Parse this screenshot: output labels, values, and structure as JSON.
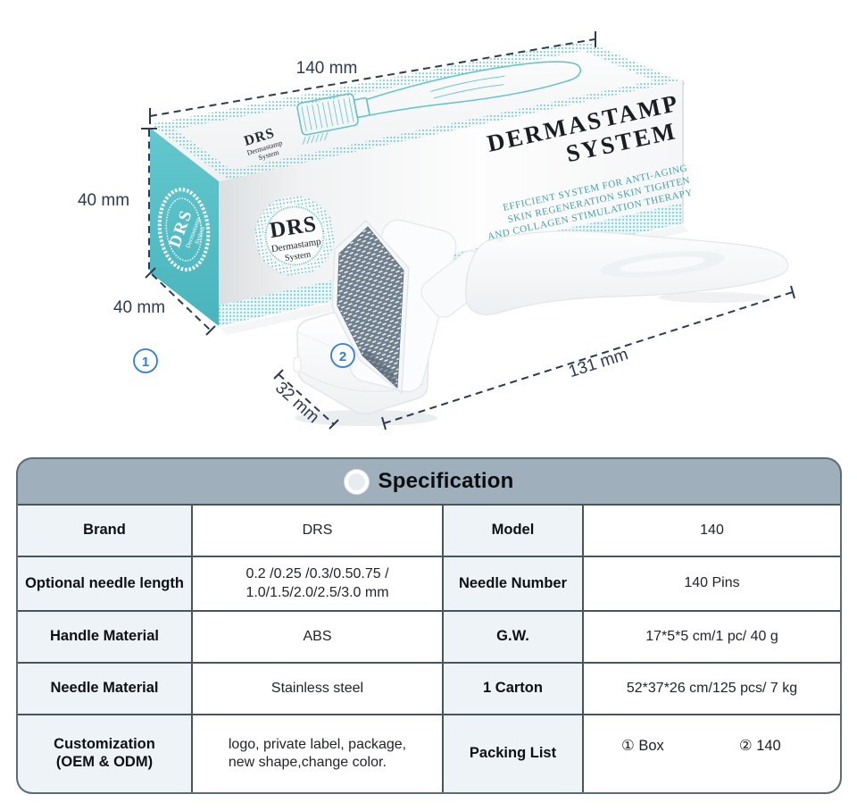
{
  "illustration": {
    "box": {
      "logo_drs": "DRS",
      "logo_sub1": "Dermastamp",
      "logo_sub2": "System",
      "title_line1": "DERMASTAMP",
      "title_line2": "SYSTEM",
      "tagline1": "EFFICIENT SYSTEM FOR ANTI-AGING",
      "tagline2": "SKIN REGENERATION SKIN TIGHTEN",
      "tagline3": "AND COLLAGEN STIMULATION THERAPY"
    },
    "dimensions": {
      "box_length": "140 mm",
      "box_height": "40 mm",
      "box_depth": "40 mm",
      "cap_width": "32 mm",
      "tool_length": "131 mm"
    },
    "markers": {
      "box": "1",
      "tool": "2"
    }
  },
  "spec_table": {
    "title": "Specification",
    "header_icon": "ring-icon",
    "rows": [
      {
        "label1": "Brand",
        "value1": "DRS",
        "label2": "Model",
        "value2": "140"
      },
      {
        "label1": "Optional needle length",
        "value1_line1": "0.2 /0.25 /0.3/0.50.75 /",
        "value1_line2": "1.0/1.5/2.0/2.5/3.0 mm",
        "label2": "Needle Number",
        "value2": "140 Pins"
      },
      {
        "label1": "Handle Material",
        "value1": "ABS",
        "label2": "G.W.",
        "value2": "17*5*5 cm/1 pc/ 40 g"
      },
      {
        "label1": "Needle Material",
        "value1": "Stainless steel",
        "label2": "1 Carton",
        "value2": "52*37*26 cm/125 pcs/ 7 kg"
      },
      {
        "label1_line1": "Customization",
        "label1_line2": "(OEM & ODM)",
        "value1_line1": "logo, private label, package,",
        "value1_line2": "new shape,change color.",
        "label2": "Packing List",
        "value2_item1": "① Box",
        "value2_item2": "② 140"
      }
    ]
  },
  "colors": {
    "teal": "#56c1c8",
    "teal_light": "#bfe3e6",
    "teal_text": "#3fa0ac",
    "annotation_navy": "#2c3a55",
    "marker_blue": "#2b7de9",
    "table_border": "#46565f",
    "header_bg": "#9fb0bc",
    "label_cell_bg": "#eef3f7",
    "plate_gray": "#72818f"
  }
}
